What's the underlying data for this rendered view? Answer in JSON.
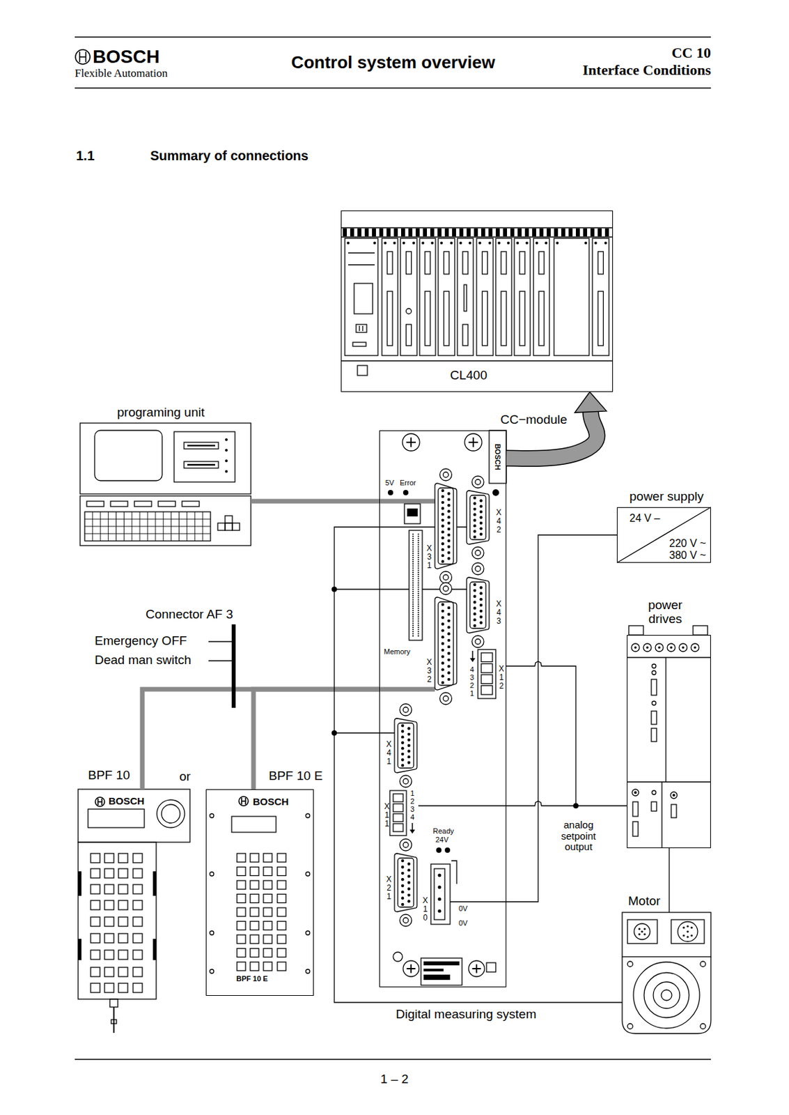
{
  "diagram": {
    "title": "Control system overview",
    "nodes": [
      {
        "text": [
          "CL400"
        ]
      },
      {
        "text": [
          "programing unit"
        ]
      },
      {
        "text": [
          "CC−module"
        ]
      },
      {
        "text": [
          "power supply",
          "24 V –",
          "220 V ~",
          "380 V ~"
        ]
      },
      {
        "text": [
          "power drives"
        ]
      },
      {
        "text": [
          "BPF 10",
          "BOSCH"
        ]
      },
      {
        "text": [
          "BPF 10 E",
          "BOSCH",
          "BPF 10 E"
        ]
      },
      {
        "text": [
          "Motor"
        ]
      }
    ],
    "edges": [
      {
        "from": 2,
        "to": 0,
        "arrow": "to"
      },
      {
        "from": 1,
        "to": 2,
        "arrow": "none"
      },
      {
        "from": 3,
        "to": 2,
        "arrow": "none"
      },
      {
        "from": 2,
        "to": 4,
        "arrow": "none",
        "label": "analog setpoint output"
      },
      {
        "from": 2,
        "to": 5,
        "arrow": "none"
      },
      {
        "from": 2,
        "to": 6,
        "arrow": "none"
      },
      {
        "from": 4,
        "to": 7,
        "arrow": "none"
      },
      {
        "from": 7,
        "to": 2,
        "arrow": "none",
        "label": "Digital measuring system"
      }
    ],
    "labels": [
      "BOSCH",
      "Flexible Automation",
      "CC 10",
      "Interface Conditions",
      "1.1",
      "Summary of connections",
      "BOSCH",
      "5V",
      "Error",
      "X31",
      "X42",
      "X43",
      "Connector AF 3",
      "Emergency OFF",
      "Dead man switch",
      "Memory",
      "X32",
      "4",
      "3",
      "2",
      "1",
      "X12",
      "X41",
      "1",
      "2",
      "3",
      "4",
      "X11",
      "or",
      "Ready",
      "24V",
      "X21",
      "X10",
      "0V",
      "0V",
      "1 – 2"
    ]
  }
}
